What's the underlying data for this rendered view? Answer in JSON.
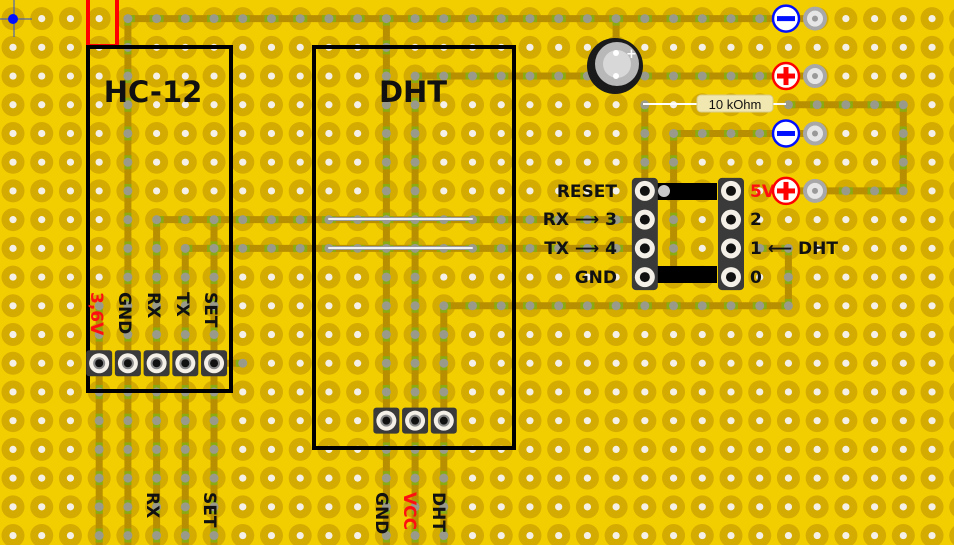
{
  "board": {
    "name": "stripboard-layout",
    "colors": {
      "board": "#f2cd00",
      "pad_ring": "#d4ab00",
      "hole": "#f4f0e8",
      "trace_green": "#8aac10",
      "trace_brown": "#b88f00",
      "outline": "#000000",
      "wire_red": "#ff0000",
      "minus_blue": "#0010ff",
      "plus_red": "#ff0000",
      "label_red": "#ff1010"
    }
  },
  "modules": {
    "hc12": {
      "title": "HC-12",
      "pins": [
        "3,6V",
        "GND",
        "RX",
        "TX",
        "SET"
      ],
      "pin_label_colors": [
        "#ff1010",
        "#111111",
        "#111111",
        "#111111",
        "#111111"
      ],
      "bottom_labels": [
        "RX",
        "SET"
      ]
    },
    "dht": {
      "title": "DHT",
      "bottom_labels": [
        "GND",
        "VCC",
        "DHT"
      ],
      "bottom_label_colors": [
        "#111111",
        "#ff1010",
        "#111111"
      ]
    },
    "attiny_socket": {
      "left_labels": [
        "RESET",
        "RX ⟶ 3",
        "TX ⟶ 4",
        "GND"
      ],
      "right_labels": [
        "5V",
        "2",
        "1 ⟵ DHT",
        "0"
      ]
    }
  },
  "components": {
    "resistor": {
      "label": "10 kOhm"
    },
    "capacitor": {
      "polarity_mark": "+"
    }
  },
  "terminals": [
    {
      "polarity": "minus",
      "symbol": "−"
    },
    {
      "polarity": "plus",
      "symbol": "+"
    },
    {
      "polarity": "minus",
      "symbol": "−"
    },
    {
      "polarity": "plus",
      "symbol": "+",
      "label": "5V"
    }
  ],
  "cursor": {
    "name": "origin-marker"
  }
}
